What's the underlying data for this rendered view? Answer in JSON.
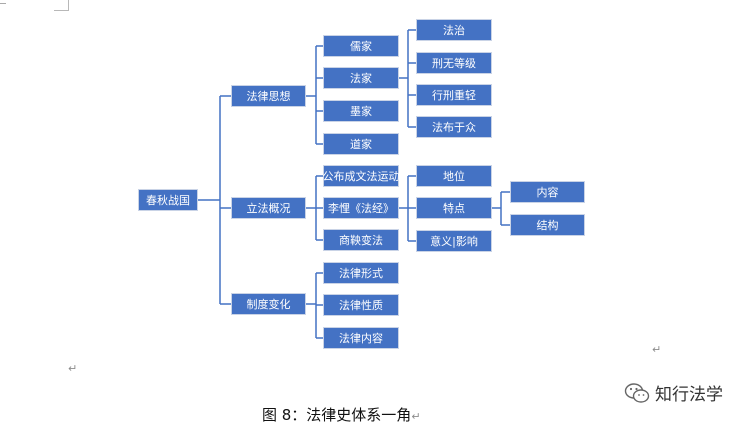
{
  "diagram": {
    "root": "春秋战国",
    "level1": [
      "法律思想",
      "立法概况",
      "制度变化"
    ],
    "thought": [
      "儒家",
      "法家",
      "墨家",
      "道家"
    ],
    "legalist": [
      "法治",
      "刑无等级",
      "行刑重轻",
      "法布于众"
    ],
    "legislation": [
      "公布成文法运动",
      "李悝《法经》",
      "商鞅变法"
    ],
    "fajing": [
      "地位",
      "特点",
      "意义|影响"
    ],
    "features": [
      "内容",
      "结构"
    ],
    "system": [
      "法律形式",
      "法律性质",
      "法律内容"
    ]
  },
  "caption": "图 8：法律史体系一角",
  "watermark": "知行法学",
  "colors": {
    "node_fill": "#4472c4",
    "connector": "#4472c4"
  }
}
